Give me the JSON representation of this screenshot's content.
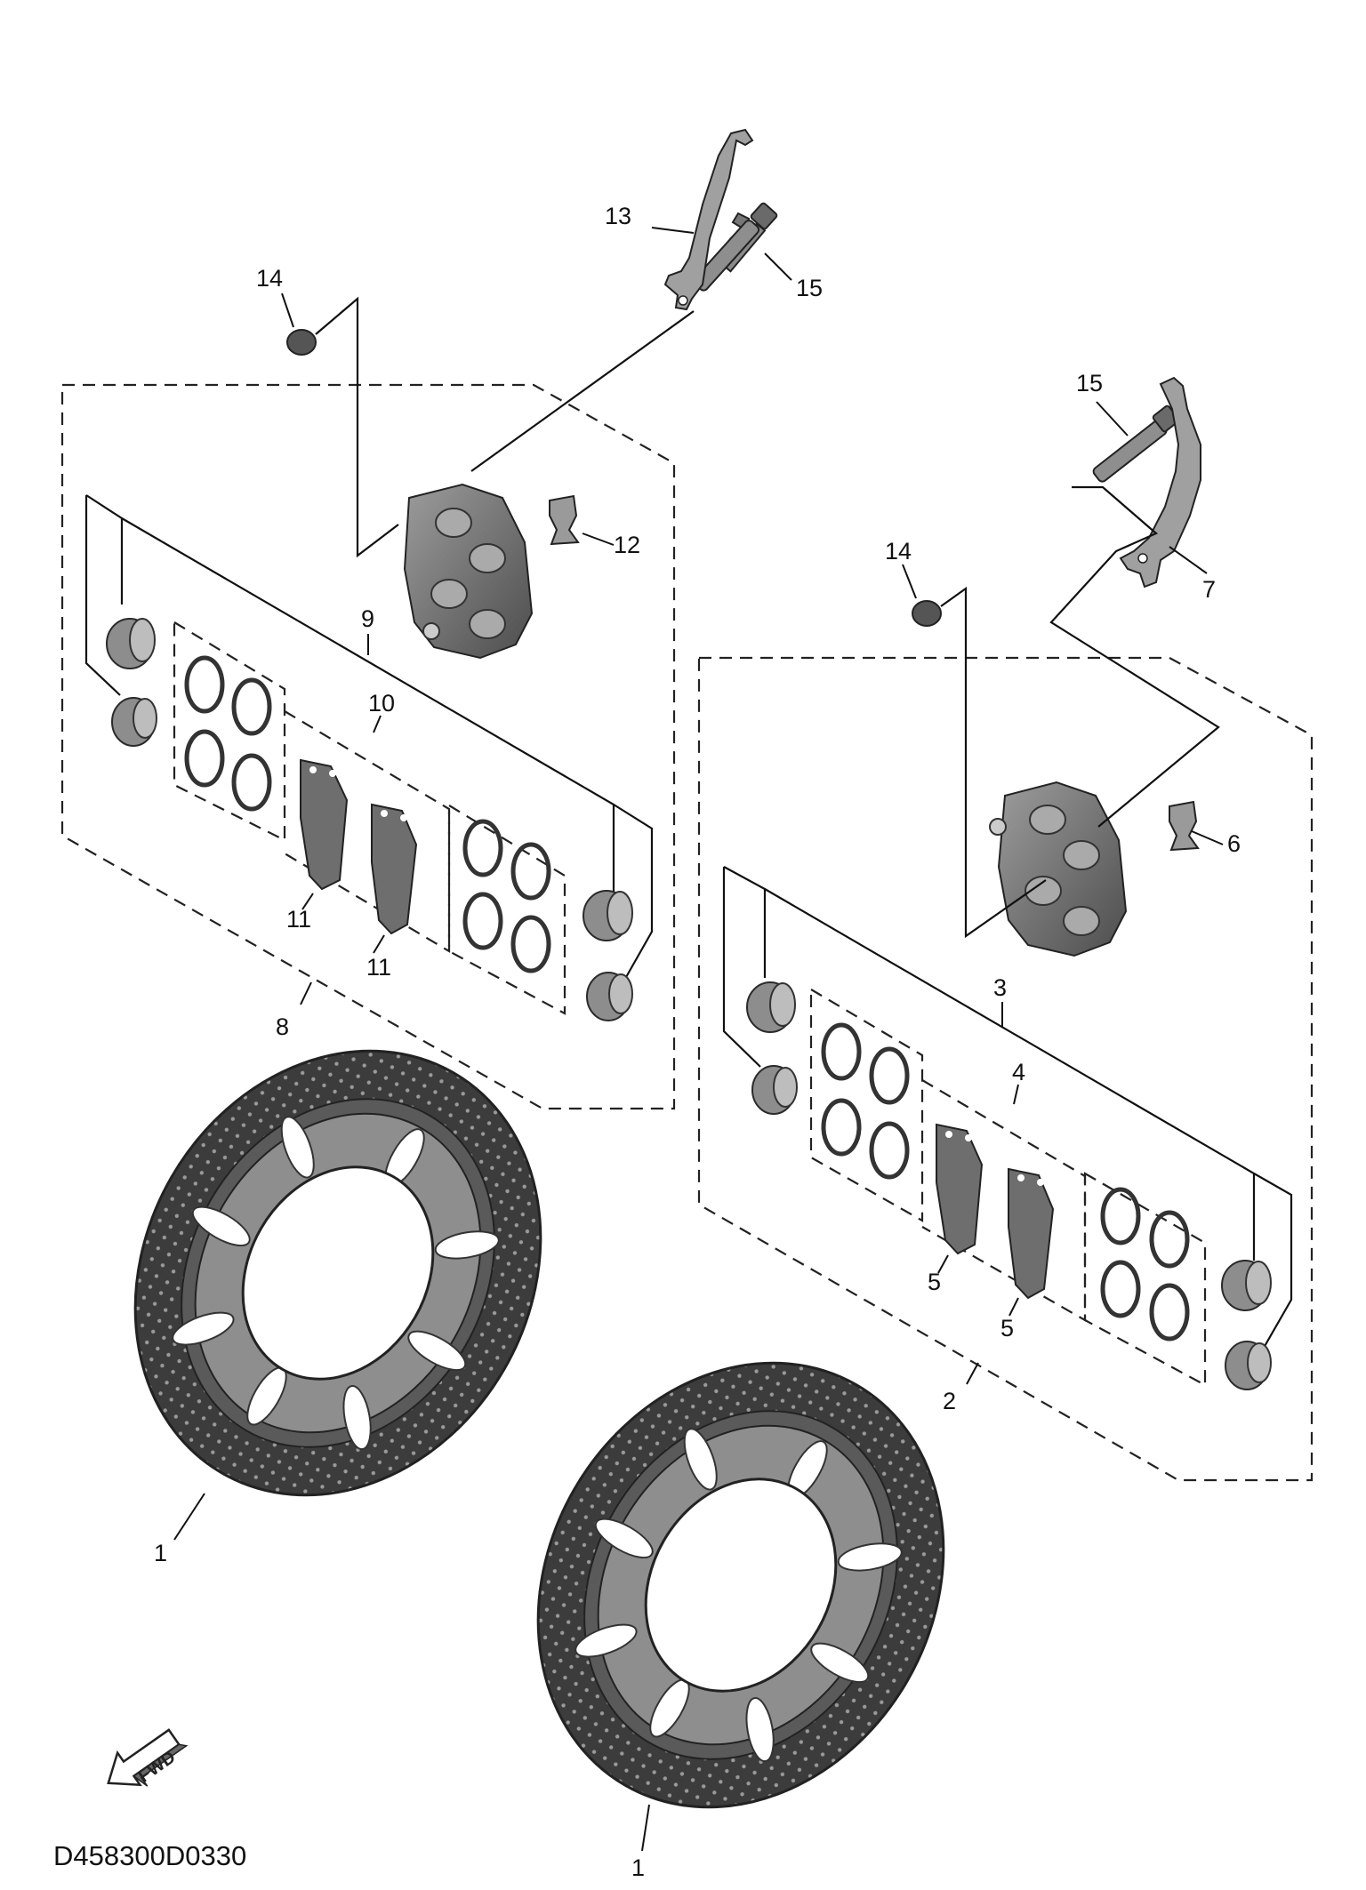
{
  "callouts": {
    "c1a": "1",
    "c1b": "1",
    "c2": "2",
    "c3": "3",
    "c4": "4",
    "c5a": "5",
    "c5b": "5",
    "c6": "6",
    "c7": "7",
    "c8": "8",
    "c9": "9",
    "c10": "10",
    "c11a": "11",
    "c11b": "11",
    "c12": "12",
    "c13": "13",
    "c14a": "14",
    "c14b": "14",
    "c15a": "15",
    "c15b": "15"
  },
  "fwd_label": "FWD",
  "diagram_code": "D458300D0330",
  "icons": {
    "fwd": "forward-arrow-icon"
  }
}
